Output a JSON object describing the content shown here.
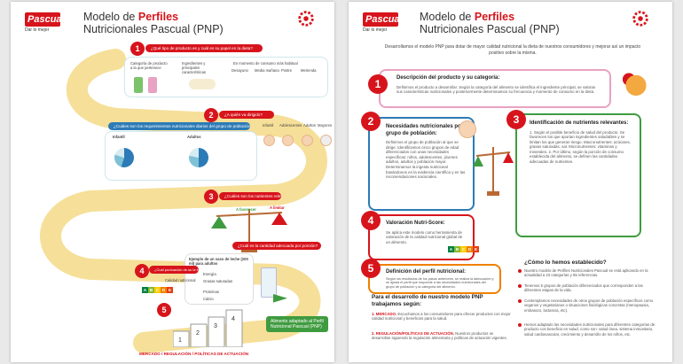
{
  "brand": {
    "logo": "Pascual",
    "tagline": "Dar lo mejor"
  },
  "title": {
    "prefix": "Modelo de ",
    "highlight": "Perfiles",
    "line2": "Nutricionales Pascual (PNP)"
  },
  "left": {
    "q1": "¿Qué tipo de producto es y cuál es su papel en la dieta?",
    "q2": "¿A quién va dirigido?",
    "q3": "¿Cuáles son los requerimientos nutricionales diarios del grupo de población al que se dirige?",
    "q4": "¿Cuáles son los nutrientes relevantes?",
    "q5": "¿Cuál es la cantidad adecuada por porción?",
    "q6": "¿Cuál puntuación de su la Nutri-Score?",
    "cat_label": "Categoría de producto a la que pertenece",
    "ingr_label": "Ingredientes y principales características",
    "moment_label": "En momento de consumo más habitual",
    "moments": [
      "Desayuno",
      "Media mañana",
      "Postre",
      "Merienda"
    ],
    "groups": [
      "Infantil",
      "Adolescentes",
      "Adultos",
      "Mayores"
    ],
    "infantil": "Infantil",
    "adultos": "Adultos",
    "favorecer": "A favorecer",
    "limitar": "A limitar",
    "calidad": "Calidad nutricional",
    "example": "Ejemplo de un vaso de leche (200 ml) para adultos",
    "nutrients": [
      "Energía",
      "Grasas saturadas",
      "Proteínas",
      "Calcio"
    ],
    "final": "Alimento adaptado al Perfil Nutricional Pascual (PNP)",
    "footer": "MERCADO / REGULACIÓN / POLÍTICAS DE ACTUACIÓN",
    "steps": [
      "1",
      "2",
      "3",
      "4"
    ]
  },
  "right": {
    "intro": "Desarrollamos el modelo PNP para dotar de mayor calidad nutricional la dieta de nuestros consumidores y mejorar así un impacto positivo sobre la misma.",
    "s1": {
      "n": "1",
      "title": "Descripción del producto y su categoría:",
      "text": "Definimos el producto a desarrollar. Según la categoría del alimento se identifica el ingrediente principal, se valoran sus características nutricionales y posteriormente determinamos su frecuencia y momento de consumo en la dieta."
    },
    "s2": {
      "n": "2",
      "title": "Necesidades nutricionales por grupo de población:",
      "text": "Definimos el grupo de población al que se dirige. Identificamos cinco grupos de edad diferenciados con unas necesidades específicas: niños, adolescentes, jóvenes adultos, adultos y población mayor. Determinamos la ingesta nutricional basándonos en la evidencia científica y en las recomendaciones nacionales."
    },
    "s3": {
      "n": "3",
      "title": "Identificación de nutrientes relevantes:",
      "text": "1. Según el posible beneficio de salud del producto. Se favorecen los que aportan ingredientes saludables y se limitan los que generan riesgo. Macronutrientes: azúcares, grasas saturadas, sal. Micronutrientes: vitaminas y minerales. 2. Por último, según la porción de consumo establecida del alimento, se definen las cantidades adecuadas de nutrientes."
    },
    "s4": {
      "n": "4",
      "title": "Valoración Nutri-Score:",
      "text": "Se aplica este modelo como herramienta de valoración de la calidad nutricional global de un alimento."
    },
    "s5": {
      "n": "5",
      "title": "Definición del perfil nutricional:",
      "text": "Según los resultados de los pasos anteriores, se realiza la adecuación y se ajusta el perfil que responde a las necesidades nutricionales del grupo de población y la categoría del alimento."
    },
    "how_title": "¿Cómo lo hemos establecido?",
    "how": [
      "Nuestro modelo de Perfiles Nutricionales Pascual se está aplicando en la actualidad a 23 categorías y 65 referencias.",
      "Tenemos 5 grupos de población diferenciados que corresponden a las diferentes etapas de la vida.",
      "Contemplamos necesidades de otros grupos de población específicos como veganos y vegetarianos o situaciones fisiológicas concretas (menopausia, embarazo, lactancia, etc).",
      "Hemos adaptado las necesidades nutricionales para diferentes categorías de producto con beneficio en salud, como son: salud ósea, sistema inmunitario, salud cardiovascular, crecimiento y desarrollo de los niños, etc."
    ],
    "bottom_title": "Para el desarrollo de nuestro modelo PNP trabajamos según:",
    "b1": {
      "h": "1. MERCADO.",
      "t": "Escuchamos a los consumidores para ofrecer productos con mejor calidad nutricional y beneficios para la salud."
    },
    "b2": {
      "h": "2. REGULACIÓN/POLÍTICAS DE ACTUACIÓN.",
      "t": "Nuestros productos se desarrollan siguiendo la regulación alimentaria y políticas de actuación vigentes."
    }
  },
  "colors": {
    "red": "#d7141c",
    "blue": "#2c7bb6",
    "green": "#3f9b3f",
    "yellow": "#f3d27a",
    "pink": "#e8a2c2",
    "teal": "#45b3b8"
  }
}
